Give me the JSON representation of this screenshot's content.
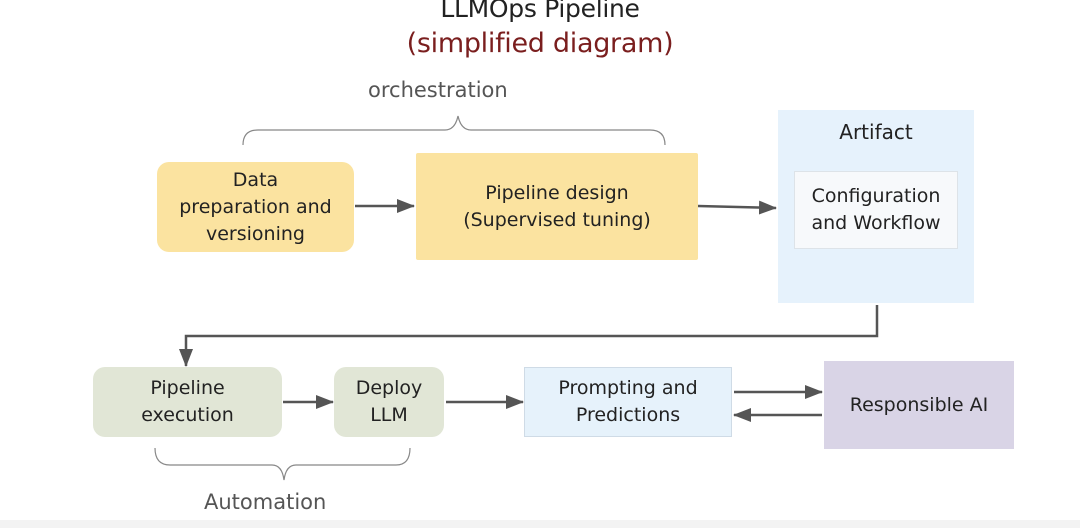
{
  "title": "LLMOps Pipeline",
  "subtitle": "(simplified diagram)",
  "groups": {
    "orchestration": "orchestration",
    "automation": "Automation"
  },
  "nodes": {
    "data_prep": {
      "line1": "Data",
      "line2": "preparation and",
      "line3": "versioning"
    },
    "pipeline_design": {
      "line1": "Pipeline design",
      "line2": "(Supervised tuning)"
    },
    "artifact": {
      "title": "Artifact",
      "inner_line1": "Configuration",
      "inner_line2": "and Workflow"
    },
    "pipeline_execution": {
      "line1": "Pipeline",
      "line2": "execution"
    },
    "deploy_llm": {
      "line1": "Deploy",
      "line2": "LLM"
    },
    "prompting": {
      "line1": "Prompting and",
      "line2": "Predictions"
    },
    "responsible_ai": {
      "line1": "Responsible AI"
    }
  },
  "edges": [
    {
      "from": "data_prep",
      "to": "pipeline_design"
    },
    {
      "from": "pipeline_design",
      "to": "artifact"
    },
    {
      "from": "artifact",
      "to": "pipeline_execution"
    },
    {
      "from": "pipeline_execution",
      "to": "deploy_llm"
    },
    {
      "from": "deploy_llm",
      "to": "prompting"
    },
    {
      "from": "prompting",
      "to": "responsible_ai"
    },
    {
      "from": "responsible_ai",
      "to": "prompting"
    }
  ],
  "colors": {
    "title": "#222222",
    "subtitle": "#7a1e1e",
    "yellow": "#fbe3a0",
    "green": "#e1e6d6",
    "blue": "#e6f2fb",
    "purple": "#d9d4e6",
    "arrow": "#555555"
  }
}
